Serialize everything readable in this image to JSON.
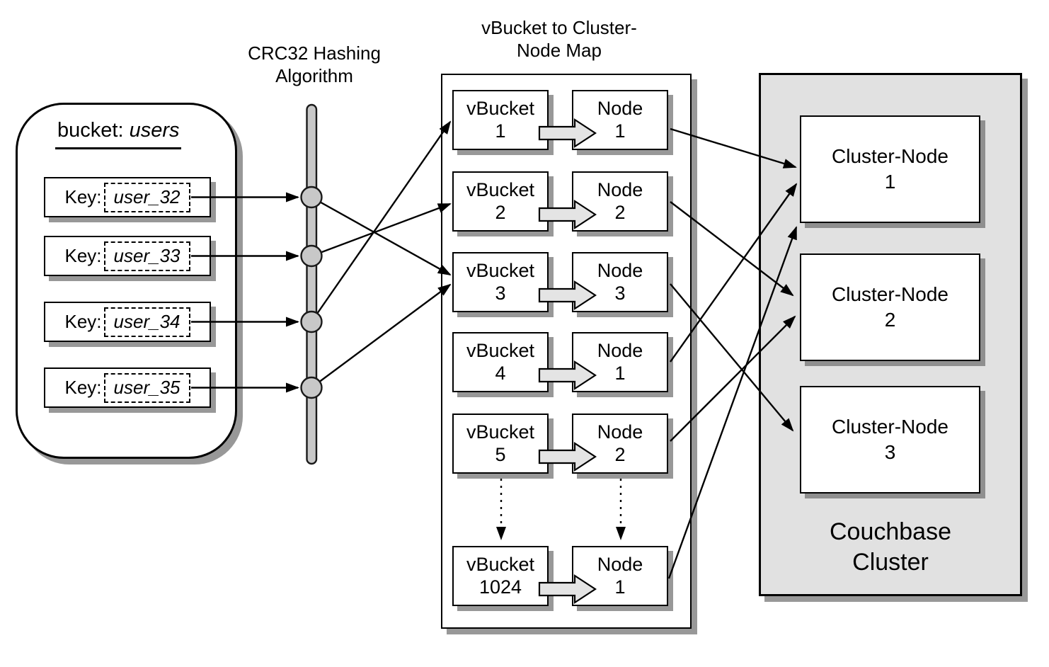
{
  "bucket": {
    "title_label": "bucket:",
    "title_value": "users",
    "keys": [
      {
        "prefix": "Key:",
        "value": "user_32"
      },
      {
        "prefix": "Key:",
        "value": "user_33"
      },
      {
        "prefix": "Key:",
        "value": "user_34"
      },
      {
        "prefix": "Key:",
        "value": "user_35"
      }
    ]
  },
  "hashing": {
    "title_line1": "CRC32 Hashing",
    "title_line2": "Algorithm"
  },
  "map": {
    "title_line1": "vBucket to Cluster-",
    "title_line2": "Node Map",
    "rows": [
      {
        "vbucket_label": "vBucket",
        "vbucket_id": "1",
        "node_label": "Node",
        "node_id": "1"
      },
      {
        "vbucket_label": "vBucket",
        "vbucket_id": "2",
        "node_label": "Node",
        "node_id": "2"
      },
      {
        "vbucket_label": "vBucket",
        "vbucket_id": "3",
        "node_label": "Node",
        "node_id": "3"
      },
      {
        "vbucket_label": "vBucket",
        "vbucket_id": "4",
        "node_label": "Node",
        "node_id": "1"
      },
      {
        "vbucket_label": "vBucket",
        "vbucket_id": "5",
        "node_label": "Node",
        "node_id": "2"
      },
      {
        "vbucket_label": "vBucket",
        "vbucket_id": "1024",
        "node_label": "Node",
        "node_id": "1"
      }
    ]
  },
  "cluster": {
    "label_line1": "Couchbase",
    "label_line2": "Cluster",
    "nodes": [
      {
        "label": "Cluster-Node",
        "id": "1"
      },
      {
        "label": "Cluster-Node",
        "id": "2"
      },
      {
        "label": "Cluster-Node",
        "id": "3"
      }
    ]
  },
  "connections": {
    "key_to_vbucket": [
      {
        "from": "user_32",
        "to": "vBucket 3"
      },
      {
        "from": "user_33",
        "to": "vBucket 2"
      },
      {
        "from": "user_34",
        "to": "vBucket 1"
      },
      {
        "from": "user_35",
        "to": "vBucket 3"
      }
    ],
    "vbucket_to_node": [
      {
        "from": "vBucket 1",
        "to": "Node 1"
      },
      {
        "from": "vBucket 2",
        "to": "Node 2"
      },
      {
        "from": "vBucket 3",
        "to": "Node 3"
      },
      {
        "from": "vBucket 4",
        "to": "Node 1"
      },
      {
        "from": "vBucket 5",
        "to": "Node 2"
      },
      {
        "from": "vBucket 1024",
        "to": "Node 1"
      }
    ],
    "node_to_cluster_node": [
      {
        "from": "Node 1 (row 1)",
        "to": "Cluster-Node 1"
      },
      {
        "from": "Node 2 (row 2)",
        "to": "Cluster-Node 2"
      },
      {
        "from": "Node 3 (row 3)",
        "to": "Cluster-Node 3"
      },
      {
        "from": "Node 1 (row 4)",
        "to": "Cluster-Node 1"
      },
      {
        "from": "Node 2 (row 5)",
        "to": "Cluster-Node 2"
      },
      {
        "from": "Node 1 (row 1024)",
        "to": "Cluster-Node 1"
      }
    ]
  },
  "colors": {
    "line": "#000000",
    "shadow": "#989898",
    "cluster_fill": "#e1e1e1",
    "hash_bar_fill": "#c8c8c8",
    "block_arrow_fill": "#e4e4e4"
  }
}
